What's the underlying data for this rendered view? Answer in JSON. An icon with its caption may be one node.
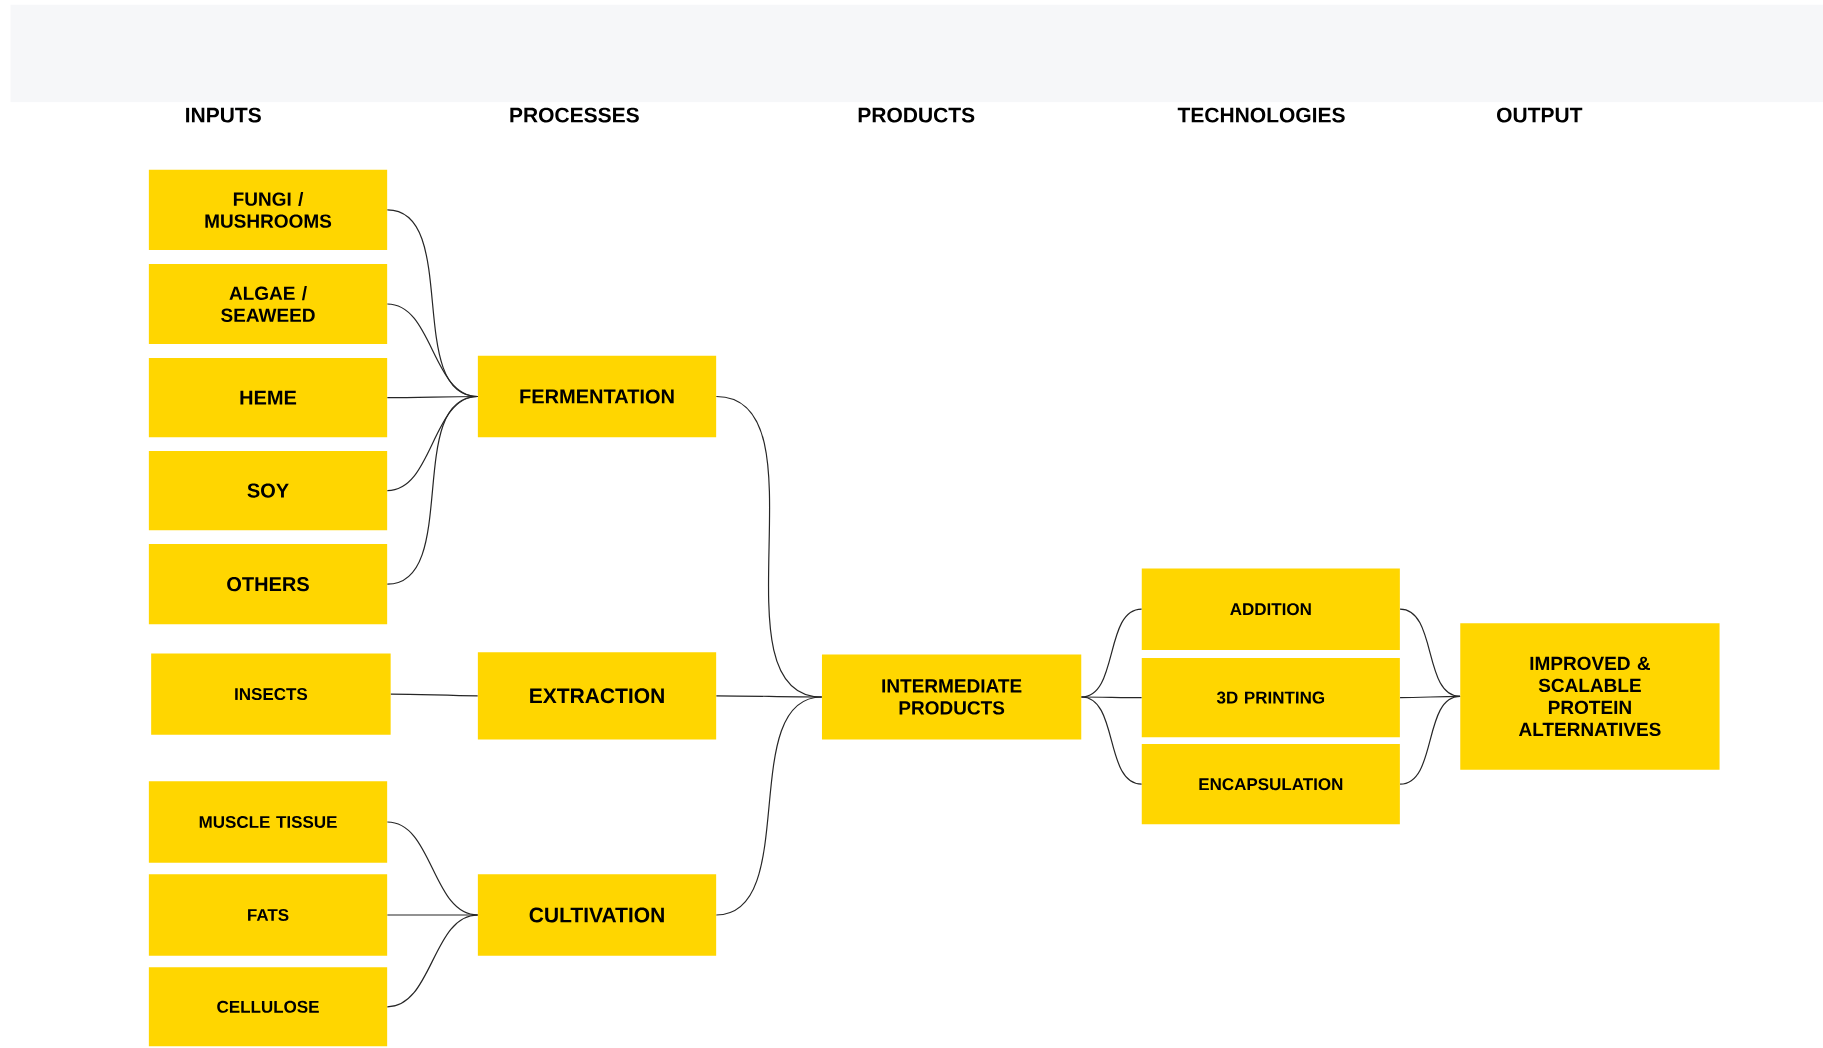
{
  "diagram": {
    "nodes": [
      {
        "text": [
          "FUNGI / MUSHROOMS"
        ]
      },
      {
        "text": [
          "ALGAE / SEAWEED"
        ]
      },
      {
        "text": [
          "HEME"
        ]
      },
      {
        "text": [
          "SOY"
        ]
      },
      {
        "text": [
          "OTHERS"
        ]
      },
      {
        "text": [
          "INSECTS"
        ]
      },
      {
        "text": [
          "MUSCLE TISSUE"
        ]
      },
      {
        "text": [
          "FATS"
        ]
      },
      {
        "text": [
          "CELLULOSE"
        ]
      },
      {
        "text": [
          "FERMENTATION"
        ]
      },
      {
        "text": [
          "EXTRACTION"
        ]
      },
      {
        "text": [
          "CULTIVATION"
        ]
      },
      {
        "text": [
          "INTERMEDIATE PRODUCTS"
        ]
      },
      {
        "text": [
          "ADDITION"
        ]
      },
      {
        "text": [
          "3D PRINTING"
        ]
      },
      {
        "text": [
          "ENCAPSULATION"
        ]
      },
      {
        "text": [
          "IMPROVED & SCALABLE PROTEIN ALTERNATIVES"
        ]
      }
    ],
    "edges": [
      {
        "from": 0,
        "to": 9,
        "arrow": "none"
      },
      {
        "from": 1,
        "to": 9,
        "arrow": "none"
      },
      {
        "from": 2,
        "to": 9,
        "arrow": "none"
      },
      {
        "from": 3,
        "to": 9,
        "arrow": "none"
      },
      {
        "from": 4,
        "to": 9,
        "arrow": "none"
      },
      {
        "from": 5,
        "to": 10,
        "arrow": "none"
      },
      {
        "from": 6,
        "to": 11,
        "arrow": "none"
      },
      {
        "from": 7,
        "to": 11,
        "arrow": "none"
      },
      {
        "from": 8,
        "to": 11,
        "arrow": "none"
      },
      {
        "from": 9,
        "to": 12,
        "arrow": "none"
      },
      {
        "from": 10,
        "to": 12,
        "arrow": "none"
      },
      {
        "from": 11,
        "to": 12,
        "arrow": "none"
      },
      {
        "from": 12,
        "to": 13,
        "arrow": "none"
      },
      {
        "from": 12,
        "to": 14,
        "arrow": "none"
      },
      {
        "from": 12,
        "to": 15,
        "arrow": "none"
      },
      {
        "from": 13,
        "to": 16,
        "arrow": "none"
      },
      {
        "from": 14,
        "to": 16,
        "arrow": "none"
      },
      {
        "from": 15,
        "to": 16,
        "arrow": "none"
      }
    ],
    "labels": [
      "INPUTS",
      "PROCESSES",
      "PRODUCTS",
      "TECHNOLOGIES",
      "OUTPUT"
    ]
  }
}
